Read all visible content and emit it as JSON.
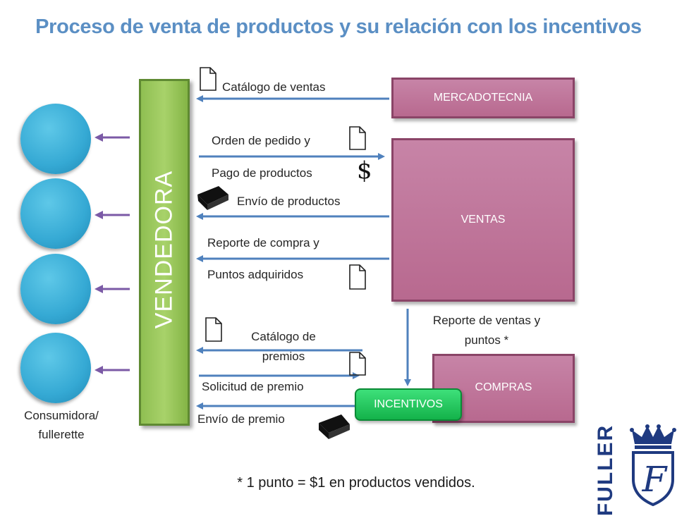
{
  "title": "Proceso de venta de productos y su relación con los incentivos",
  "vendedora": "VENDEDORA",
  "consumer_label_1": "Consumidora/",
  "consumer_label_2": "fullerette",
  "departments": {
    "mercadotecnia": "MERCADOTECNIA",
    "ventas": "VENTAS",
    "compras": "COMPRAS",
    "incentivos": "INCENTIVOS"
  },
  "flows": {
    "catalogo_ventas": "Catálogo de ventas",
    "orden_pedido": "Orden de pedido y",
    "pago_productos": "Pago de productos",
    "envio_productos": "Envío de productos",
    "reporte_compra": "Reporte de compra y",
    "puntos_adquiridos": "Puntos adquiridos",
    "catalogo_premios_1": "Catálogo de",
    "catalogo_premios_2": "premios",
    "solicitud_premio": "Solicitud de premio",
    "envio_premio": "Envío de premio",
    "reporte_ventas_1": "Reporte de ventas y",
    "reporte_ventas_2": "puntos *"
  },
  "dollar_symbol": "$",
  "footnote": "* 1 punto = $1 en productos vendidos.",
  "logo": {
    "word": "FULLER",
    "monogram": "F"
  },
  "colors": {
    "title": "#5b8fc4",
    "arrow": "#4f81bd",
    "purple_arrow": "#7b5aa6",
    "green_bar": "#9bc95b",
    "pink_box": "#c07a9e",
    "circle": "#3aa9d6",
    "incentivos": "#1fbf55",
    "logo": "#1f3a80"
  }
}
